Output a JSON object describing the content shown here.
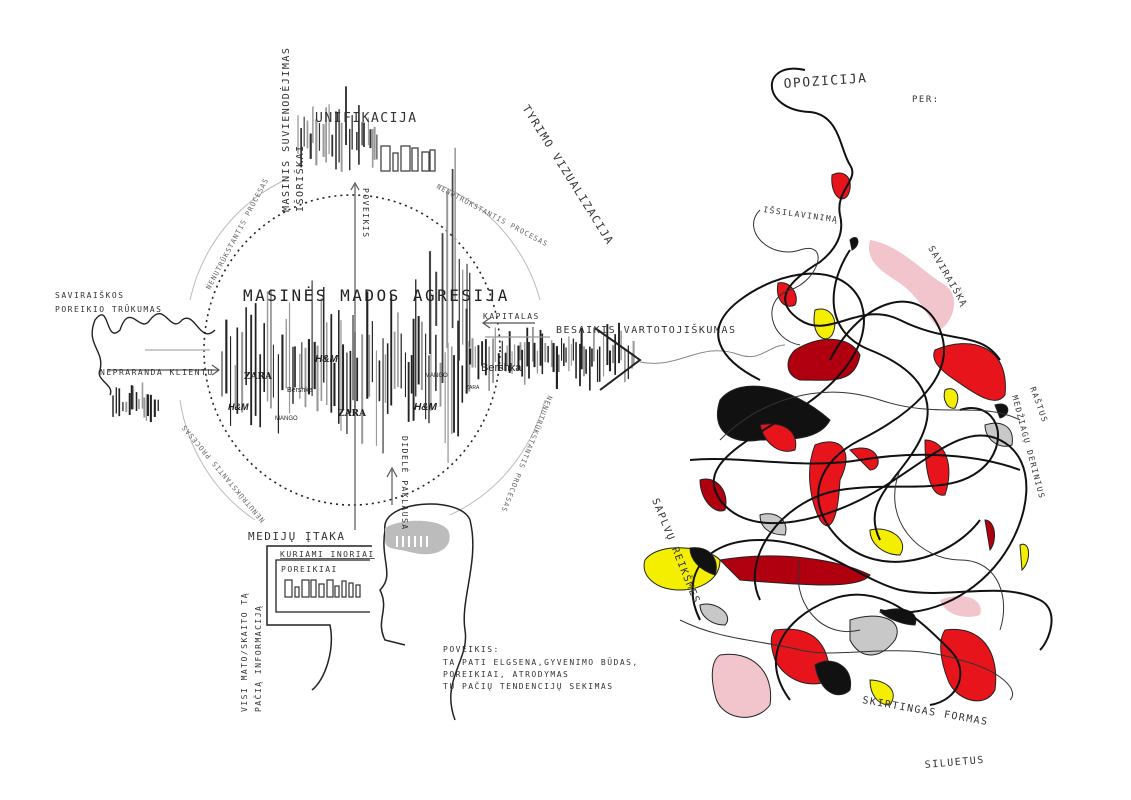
{
  "left": {
    "unification_title": "UNIFIKACIJA",
    "mass_uniformity": "MASINIS SUVIENODĖJIMAS",
    "externally": "IŠORIŠKAI",
    "research_title": "TYRIMO VIZUALIZACIJA",
    "influence_vertical": "POVEIKIS",
    "center_title": "MASINĖS MADOS AGRESIJA",
    "self_expression_1": "SAVIRAIŠKOS",
    "self_expression_2": "POREIKIO TRŪKUMAS",
    "capital": "KAPITALAS",
    "consumerism": "BESAIKIS VARTOTOJIŠKUMAS",
    "keeps_clients": "NEPRARANDA KLIENTU",
    "big_demand": "DIDELĖ PAKLAUSA",
    "process_label": "NENUTRŪKSTANTIS PROCESAS",
    "brands": [
      "ZARA",
      "Bershka",
      "MANGO",
      "ZARA",
      "MANGO",
      "Bershka",
      "H&M",
      "H&M",
      "H&M",
      "ZARA"
    ],
    "media_influence": "MEDIJŲ ĮTAKA",
    "created_desires": "KURIAMI INORIAI",
    "needs": "POREIKIAI",
    "everyone_sees_1": "VISI MATO/SKAITO TĄ",
    "everyone_sees_2": "PAČIĄ INFORMACIJĄ",
    "effect_title": "POVEIKIS:",
    "effect_lines": [
      "TA PATI ELGSENA,GYVENIMO BŪDAS,",
      "POREIKIAI, ATRODYMAS",
      "TŲ  PAČIŲ TENDENCIJŲ SEKIMAS"
    ]
  },
  "right": {
    "opposition": "OPOZICIJA",
    "through": "PER:",
    "education": "IŠSILAVINIMĄ",
    "self_expression": "SAVIRAIŠKĄ",
    "patterns": "RAŠTUS",
    "fabric_combos": "MEDŽIAGŲ DERINIUS",
    "color_meanings": "SAPLVŲ REIKŠMES",
    "shapes": "SKIRTINGAS FORMAS",
    "silhouettes": "SILUETUS"
  },
  "colors": {
    "red": "#e8141b",
    "dark_red": "#b0000f",
    "yellow": "#f4ee00",
    "pink": "#f2c4cc",
    "grey": "#c8c8c8",
    "black": "#111111"
  }
}
